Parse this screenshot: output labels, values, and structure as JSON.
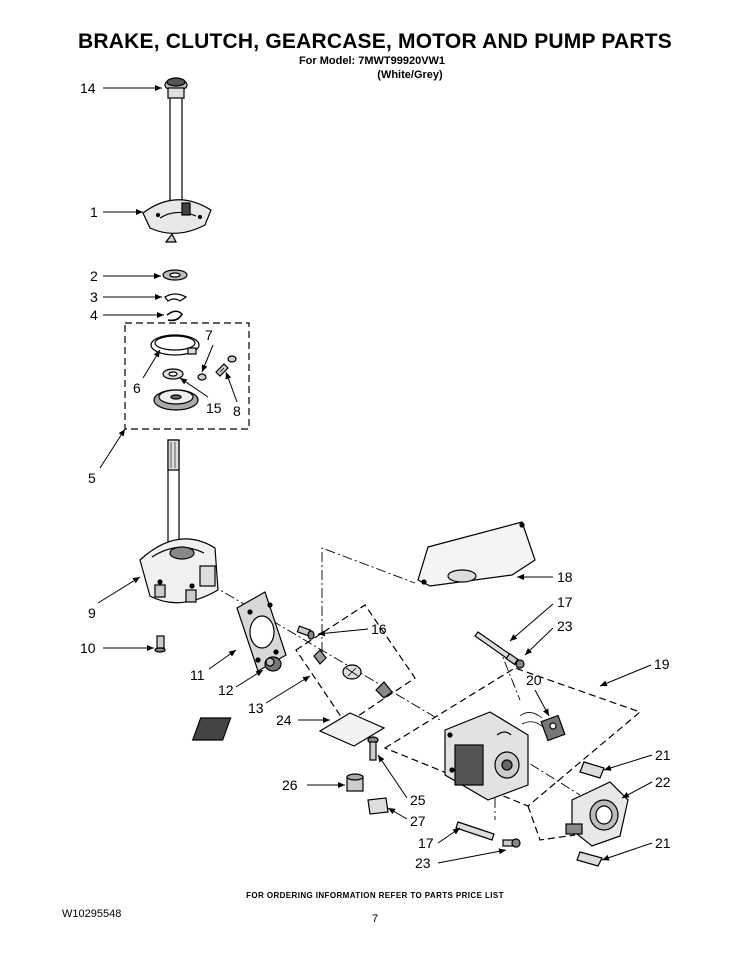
{
  "header": {
    "title": "BRAKE, CLUTCH, GEARCASE, MOTOR AND PUMP PARTS",
    "model_line": "For Model: 7MWT99920VW1",
    "color_line": "(White/Grey)"
  },
  "footer": {
    "ordering_note": "FOR ORDERING INFORMATION REFER TO PARTS PRICE LIST",
    "document_number": "W10295548",
    "page_number": "7"
  },
  "callouts": {
    "c14": "14",
    "c1": "1",
    "c2": "2",
    "c3": "3",
    "c4": "4",
    "c7": "7",
    "c6": "6",
    "c15": "15",
    "c8": "8",
    "c5": "5",
    "c9": "9",
    "c10": "10",
    "c16": "16",
    "c11": "11",
    "c12": "12",
    "c13": "13",
    "c18": "18",
    "c17a": "17",
    "c23a": "23",
    "c19": "19",
    "c20": "20",
    "c24": "24",
    "c21a": "21",
    "c22": "22",
    "c26": "26",
    "c25": "25",
    "c27": "27",
    "c17b": "17",
    "c21b": "21",
    "c23b": "23"
  }
}
